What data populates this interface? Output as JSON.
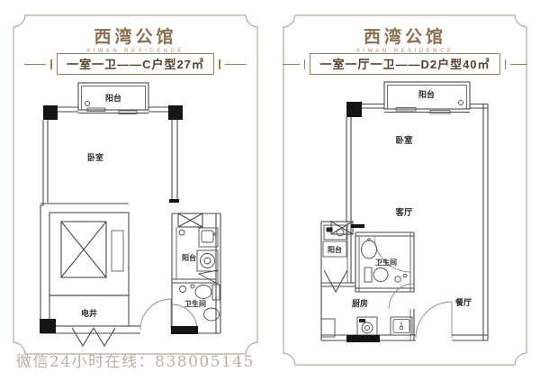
{
  "brand": {
    "name": "西湾公馆",
    "subtitle": "XIWAN RESIDENCE"
  },
  "watermark": {
    "text": "微信24小时在线：838005145"
  },
  "colors": {
    "frame_tan": "#b5aa99",
    "brand_brown": "#8a6e50",
    "title_brown": "#53402a",
    "wall_gray": "#4a4a4a",
    "column_black": "#141414",
    "watermark_gray": "#b7b1a7"
  },
  "panels": {
    "left": {
      "title": "一室一卫——C户型27㎡",
      "labels": {
        "balcony_top": "阳台",
        "bedroom": "卧室",
        "utility_shaft": "电井",
        "balcony_side": "阳台",
        "bathroom": "卫生间"
      }
    },
    "right": {
      "title": "一室一厅一卫——D2户型40㎡",
      "labels": {
        "balcony_top": "阳台",
        "bedroom": "卧室",
        "living_room": "客厅",
        "balcony_side": "阳台",
        "bathroom": "卫生间",
        "kitchen": "厨房",
        "dining_room": "餐厅"
      }
    }
  }
}
